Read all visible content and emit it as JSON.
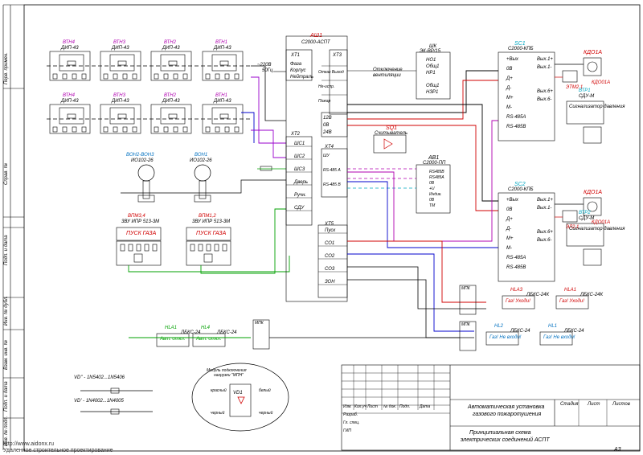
{
  "detectors_top": [
    "ВТН4",
    "ВТН3",
    "ВТН2",
    "ВТН1"
  ],
  "detectors_bottom": [
    "ВТН4",
    "ВТН3",
    "ВТН2",
    "ВТН1"
  ],
  "detector_model": "ДИП-43",
  "water_sensors": [
    "ВОН2-ВОН3",
    "ВОН1"
  ],
  "water_model": "ИО102-26",
  "gas_starters": [
    "ВПМ3,4",
    "ВПМ1,2"
  ],
  "gas_model": "3ВУ ИПР 513-3М",
  "gas_label": "ПУСК ГАЗА",
  "supply": {
    "voltage": "~220В",
    "freq": "50Гц"
  },
  "main_panel": {
    "ref": "АШ1",
    "model": "С2000-АСПТ",
    "xt1": "ХТ1",
    "phase": "Фаза",
    "ground": "Корпус",
    "neutral": "Нейтраль",
    "xt2": "ХТ2",
    "xt2_rows": [
      "ШС1",
      "ШС2",
      "ШС3",
      "Дверь",
      "Ручн.",
      "СДУ"
    ],
    "xt3": "ХТ3",
    "xt3_rows": [
      "Отказ Выход",
      "Не-испр.",
      "Пожар"
    ],
    "xt4": "ХТ4",
    "xt4_rows": [
      "ШУ",
      "RS-485 А",
      "RS-485 В"
    ],
    "xt5": "ХТ5",
    "xt5_rows": [
      "Пуск",
      "СО1",
      "СО2",
      "СО3",
      "ЗОН"
    ],
    "pwr_rows": [
      "12В",
      "0В",
      "24В"
    ]
  },
  "aux_unit": {
    "ref": "ШК",
    "model": "ЭК-ВР/15",
    "text1": "Отключение",
    "text2": "вентиляции",
    "rows1": [
      "НО1",
      "Общ1",
      "НР1"
    ],
    "rows2": [
      "Общ1",
      "НЗР1"
    ]
  },
  "key_switch": {
    "ref": "SQ1",
    "name": "Считыватель"
  },
  "rpc": {
    "ref": "АВ1",
    "model": "С2000-ПП",
    "rows": [
      "RS485В",
      "RS485А",
      "0В",
      "+U",
      "Индик.",
      "0В",
      "ТМ"
    ]
  },
  "sc_units": [
    {
      "ref": "SC1",
      "model": "С2000-КПБ"
    },
    {
      "ref": "SC2",
      "model": "С2000-КПБ"
    }
  ],
  "sc_rows_left": [
    "+Вых",
    "0В",
    "Д+",
    "Д-",
    "М+",
    "М-",
    "RS-485А",
    "RS-485В"
  ],
  "sc_rows_right": [
    "Вых.1+",
    "Вых.1-",
    "Вых.6+",
    "Вых.6-"
  ],
  "valves": [
    {
      "ref": "КДО1А",
      "sub": "КДО01А"
    },
    {
      "ref": "КДО1А",
      "sub": "КДО01А"
    }
  ],
  "valve_el": [
    "ЭТМ2.1",
    "ЭЛ2.1"
  ],
  "pressure": [
    {
      "ref": "ВТР1",
      "model": "СДУ-М",
      "text": "Сигнализатор давления"
    },
    {
      "ref": "ВТР2",
      "model": "СДУ-М",
      "text": "Сигнализатор давления"
    }
  ],
  "lamps": [
    {
      "ref": "HLA3",
      "model": "ЛБКС-24К",
      "text": "Газ! Уходи!"
    },
    {
      "ref": "HLA1",
      "model": "ЛБКС-24К",
      "text": "Газ! Уходи!"
    },
    {
      "ref": "HL2",
      "model": "ЛБКС-24",
      "text": "Газ! Не входи!"
    },
    {
      "ref": "HL1",
      "model": "ЛБКС-24",
      "text": "Газ! Не входи!"
    },
    {
      "ref": "HLA1",
      "model": "ЛБКС-24",
      "text": "Авт. откл."
    },
    {
      "ref": "HL4",
      "model": "ЛБКС-24",
      "text": "Авт. откл."
    }
  ],
  "mpk_label": "МПК",
  "module": {
    "title1": "Модуль подключения",
    "title2": "нагрузки \"МПН\"",
    "vd": "VD1",
    "pins": [
      "красный",
      "черный",
      "белый",
      "черный"
    ]
  },
  "diodes": {
    "vd2": "VD'' - 1N5402...1N5406",
    "vd1": "VD' - 1N4002...1N4005"
  },
  "stamp": {
    "cols": [
      "Изм.",
      "Кол.уч",
      "Лист",
      "№ док.",
      "Подп.",
      "Дата"
    ],
    "rows": [
      "Разраб.",
      "Гл. спец.",
      "ГИП"
    ],
    "title1": "Автоматическая установка",
    "title2": "газового пожаротушения",
    "title3": "Принципиальная схема",
    "title4": "электрических соединений АСПТ",
    "stage": "Стадия",
    "sheet": "Лист",
    "sheets": "Листов",
    "format": "А3"
  },
  "margin": {
    "perv": "Перв. примен.",
    "sprav": "Справ. №",
    "podp1": "Подп. и дата",
    "inv1": "Инв. № дубл.",
    "vzam": "Взам. инв. №",
    "podp2": "Подп. и дата",
    "inv2": "Инв. № подл."
  },
  "watermark": {
    "url": "http://www.aidonx.ru",
    "name": "Удаленное строительное проектирование"
  }
}
